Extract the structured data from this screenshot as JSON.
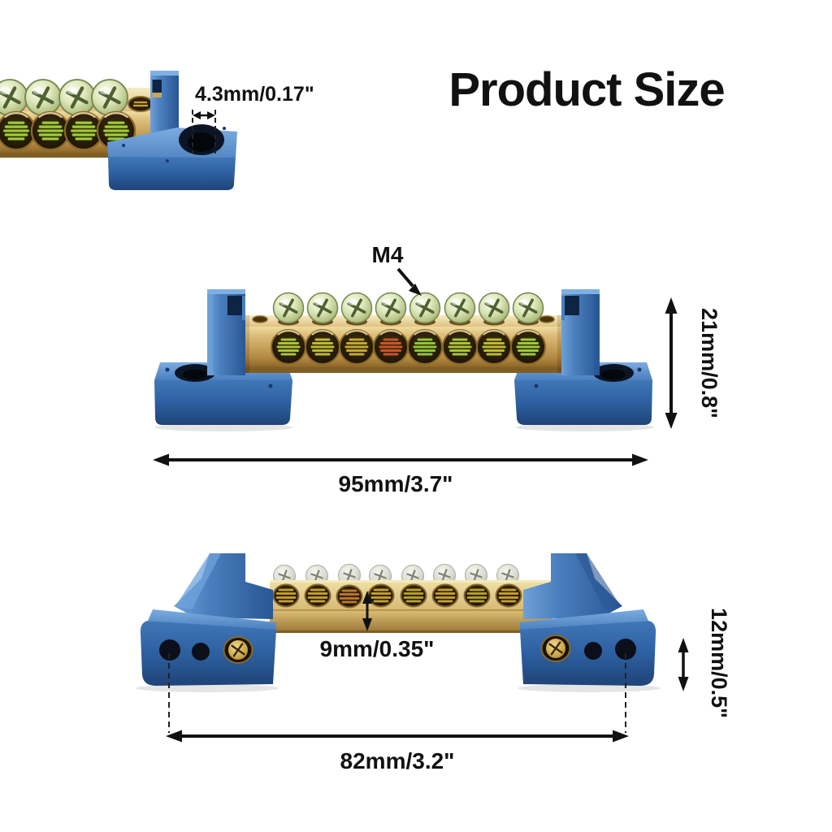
{
  "title": "Product Size",
  "colors": {
    "title_blue": "#1B9BDC",
    "dimension_black": "#111111",
    "plastic_blue": "#2E63A6",
    "brass_gold": "#C9A55C",
    "thread_green": "#9CCB3A",
    "thread_red": "#C8542A",
    "thread_gold": "#C9A233"
  },
  "annotations": {
    "closeup_hole_width": "4.3mm/0.17\"",
    "screw_size": "M4",
    "overall_height": "21mm/0.8\"",
    "overall_length": "95mm/3.7\"",
    "bar_width": "9mm/0.35\"",
    "base_height": "12mm/0.5\"",
    "mount_hole_spacing": "82mm/3.2\""
  },
  "product": {
    "terminal_screws_per_bar": 8,
    "closeup_visible_screws": 4,
    "mount_holes_per_base": 3
  }
}
